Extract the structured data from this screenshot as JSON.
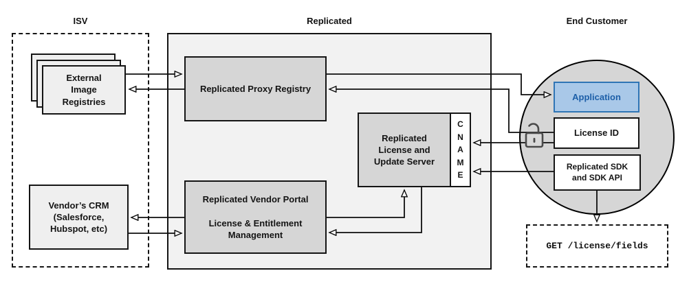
{
  "sections": {
    "isv": {
      "title": "ISV"
    },
    "replicated": {
      "title": "Replicated"
    },
    "end_customer": {
      "title": "End Customer"
    }
  },
  "nodes": {
    "external_registries": {
      "label": "External\nImage\nRegistries"
    },
    "vendor_crm": {
      "label": "Vendor’s CRM\n(Salesforce,\nHubspot, etc)"
    },
    "proxy_registry": {
      "label": "Replicated Proxy Registry"
    },
    "license_update_server": {
      "label": "Replicated\nLicense and\nUpdate Server"
    },
    "cname": {
      "label": "CNAME"
    },
    "vendor_portal": {
      "label": "Replicated Vendor Portal\n\nLicense & Entitlement\nManagement"
    },
    "application": {
      "label": "Application"
    },
    "license_id": {
      "label": "License ID"
    },
    "replicated_sdk": {
      "label": "Replicated SDK\nand SDK API"
    },
    "get_endpoint": {
      "label": "GET /license/fields"
    }
  },
  "icons": {
    "lock": "unlocked-padlock-icon"
  },
  "colors": {
    "application_fill": "#a9c8e8",
    "application_border": "#2e74b5",
    "application_text": "#1d5fa8",
    "node_gray": "#d6d6d6",
    "container_gray": "#f2f2f2",
    "line_black": "#0d0d0d"
  }
}
